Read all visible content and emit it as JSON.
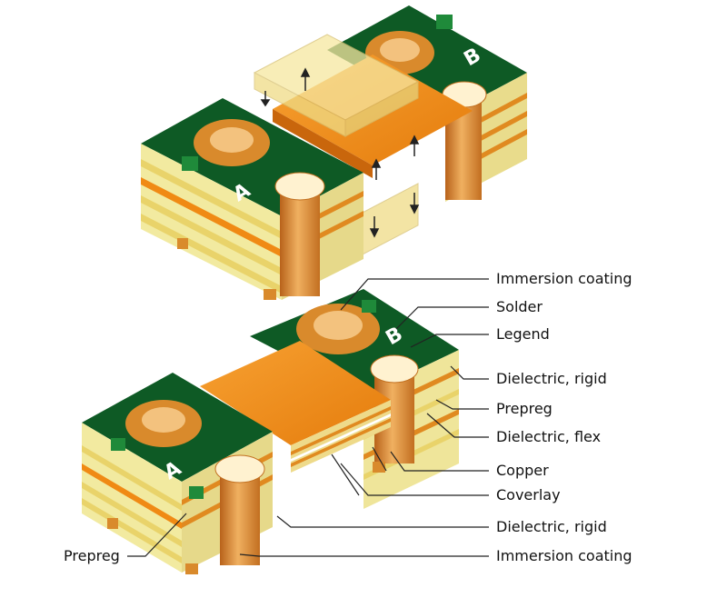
{
  "board_letters": {
    "a": "A",
    "b": "B"
  },
  "labels": {
    "immersion_coating_top": "Immersion coating",
    "solder": "Solder",
    "legend": "Legend",
    "dielectric_rigid_top": "Dielectric, rigid",
    "prepreg_right": "Prepreg",
    "dielectric_flex": "Dielectric, flex",
    "copper": "Copper",
    "coverlay": "Coverlay",
    "dielectric_rigid_bottom": "Dielectric, rigid",
    "immersion_coating_bottom": "Immersion coating",
    "prepreg_left": "Prepreg"
  },
  "colors": {
    "solder_mask": "#0e5a25",
    "mask_edge": "#1f8a3a",
    "copper": "#d98a2c",
    "dielectric": "#f2eaa0",
    "prepreg_core": "#e8d470",
    "flex": "#f08a14",
    "leader_line": "#222222"
  }
}
